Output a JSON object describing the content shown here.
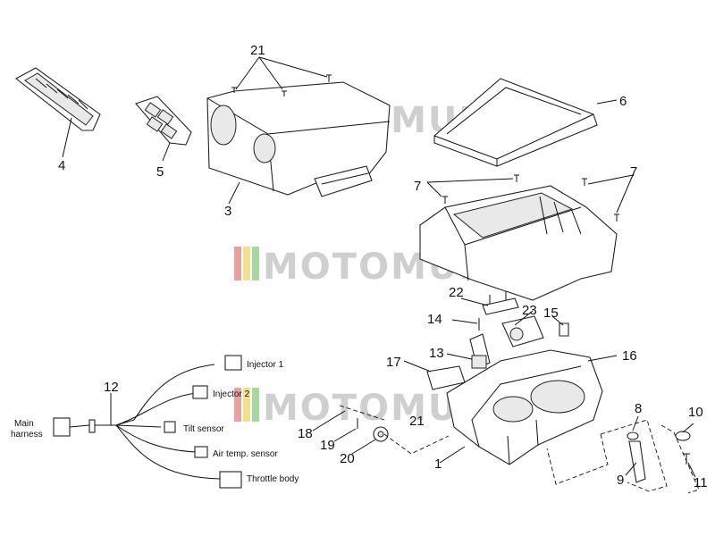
{
  "watermark": "MOTOMURCIA",
  "callouts": {
    "c1": "1",
    "c3": "3",
    "c4": "4",
    "c5": "5",
    "c6": "6",
    "c7a": "7",
    "c7b": "7",
    "c8": "8",
    "c9": "9",
    "c10": "10",
    "c11": "11",
    "c12": "12",
    "c13": "13",
    "c14": "14",
    "c15": "15",
    "c16": "16",
    "c17": "17",
    "c18": "18",
    "c19": "19",
    "c20": "20",
    "c21": "21",
    "c21b": "21",
    "c22": "22",
    "c23": "23"
  },
  "harness": {
    "main": "Main",
    "main2": "harness",
    "injector1": "Injector 1",
    "injector2": "Injector 2",
    "tilt": "Tilt sensor",
    "airtemp": "Air temp. sensor",
    "throttle": "Throttle body"
  }
}
